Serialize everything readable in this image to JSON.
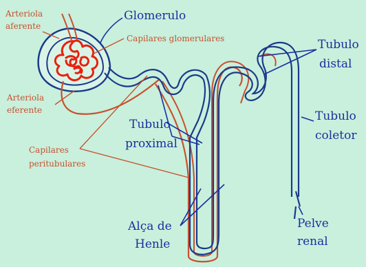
{
  "colors": {
    "background": "#c8f0dc",
    "blue": "#1a2f9e",
    "tubule_blue": "#1c3a8a",
    "red": "#c8502f",
    "capillary_red": "#e8200f",
    "light_fill": "#d9f4e6"
  },
  "labels": {
    "arteriola_aferente_1": "Arteriola",
    "arteriola_aferente_2": "aferente",
    "glomerulo": "Glomerulo",
    "capilares_glomerulares": "Capilares glomerulares",
    "arteriola_eferente_1": "Arteriola",
    "arteriola_eferente_2": "eferente",
    "capilares_peritubulares_1": "Capilares",
    "capilares_peritubulares_2": "peritubulares",
    "tubulo_proximal_1": "Tubulo",
    "tubulo_proximal_2": "proximal",
    "tubulo_distal_1": "Tubulo",
    "tubulo_distal_2": "distal",
    "tubulo_coletor_1": "Tubulo",
    "tubulo_coletor_2": "coletor",
    "alca_henle_1": "Alça de",
    "alca_henle_2": "Henle",
    "pelve_renal_1": "Pelve",
    "pelve_renal_2": "renal"
  }
}
